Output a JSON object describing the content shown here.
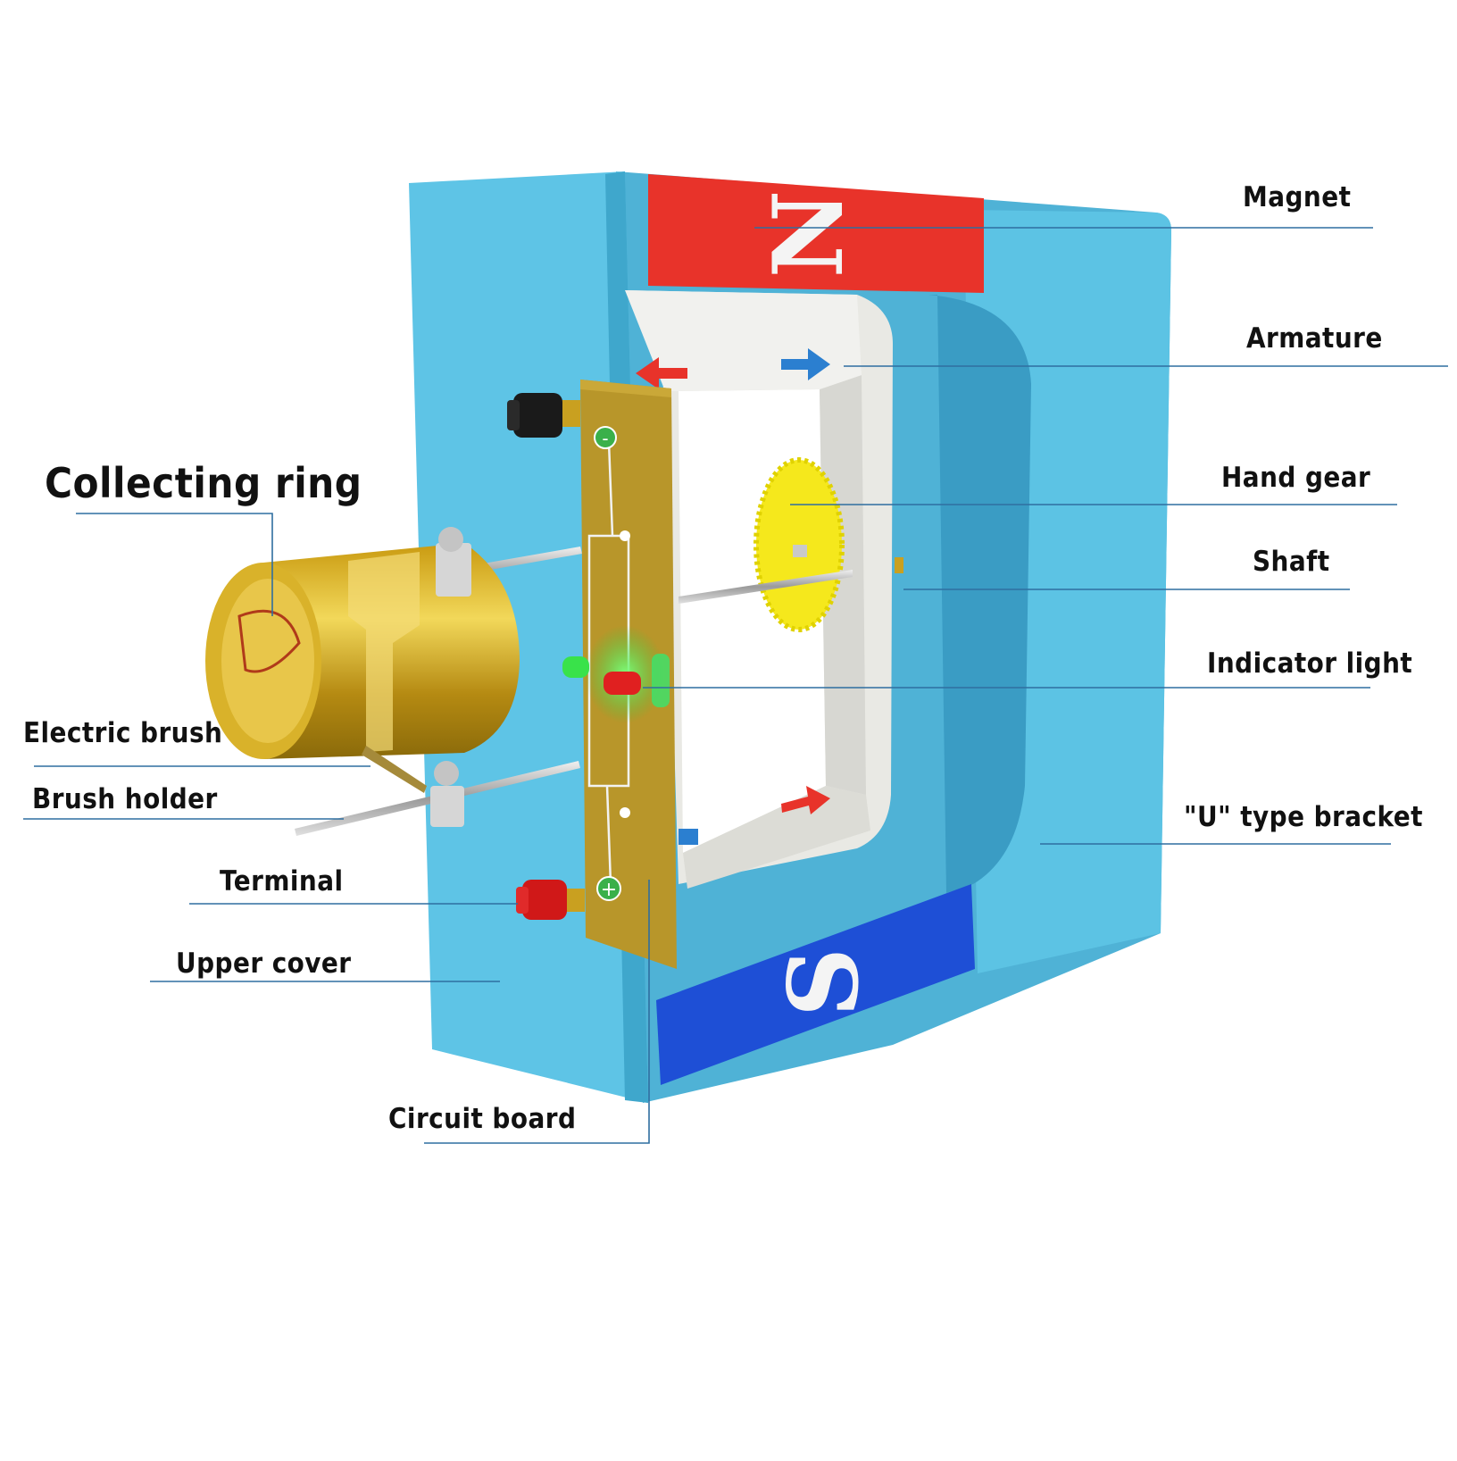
{
  "magnet": {
    "north_letter": "N",
    "south_letter": "S"
  },
  "circuit": {
    "minus_symbol": "-",
    "plus_symbol": "+"
  },
  "labels": {
    "magnet": "Magnet",
    "armature": "Armature",
    "hand_gear": "Hand gear",
    "shaft": "Shaft",
    "indicator_light": "Indicator light",
    "u_bracket": "\"U\" type bracket",
    "collecting_ring": "Collecting ring",
    "electric_brush": "Electric brush",
    "brush_holder": "Brush holder",
    "terminal": "Terminal",
    "upper_cover": "Upper cover",
    "circuit_board": "Circuit board"
  },
  "colors": {
    "frame_blue": "#5bbfe0",
    "north_red": "#e8332a",
    "south_blue": "#1e4fd6",
    "leader_line": "#2f6ea0",
    "brass": "#d6b020",
    "pcb": "#b8962a"
  }
}
